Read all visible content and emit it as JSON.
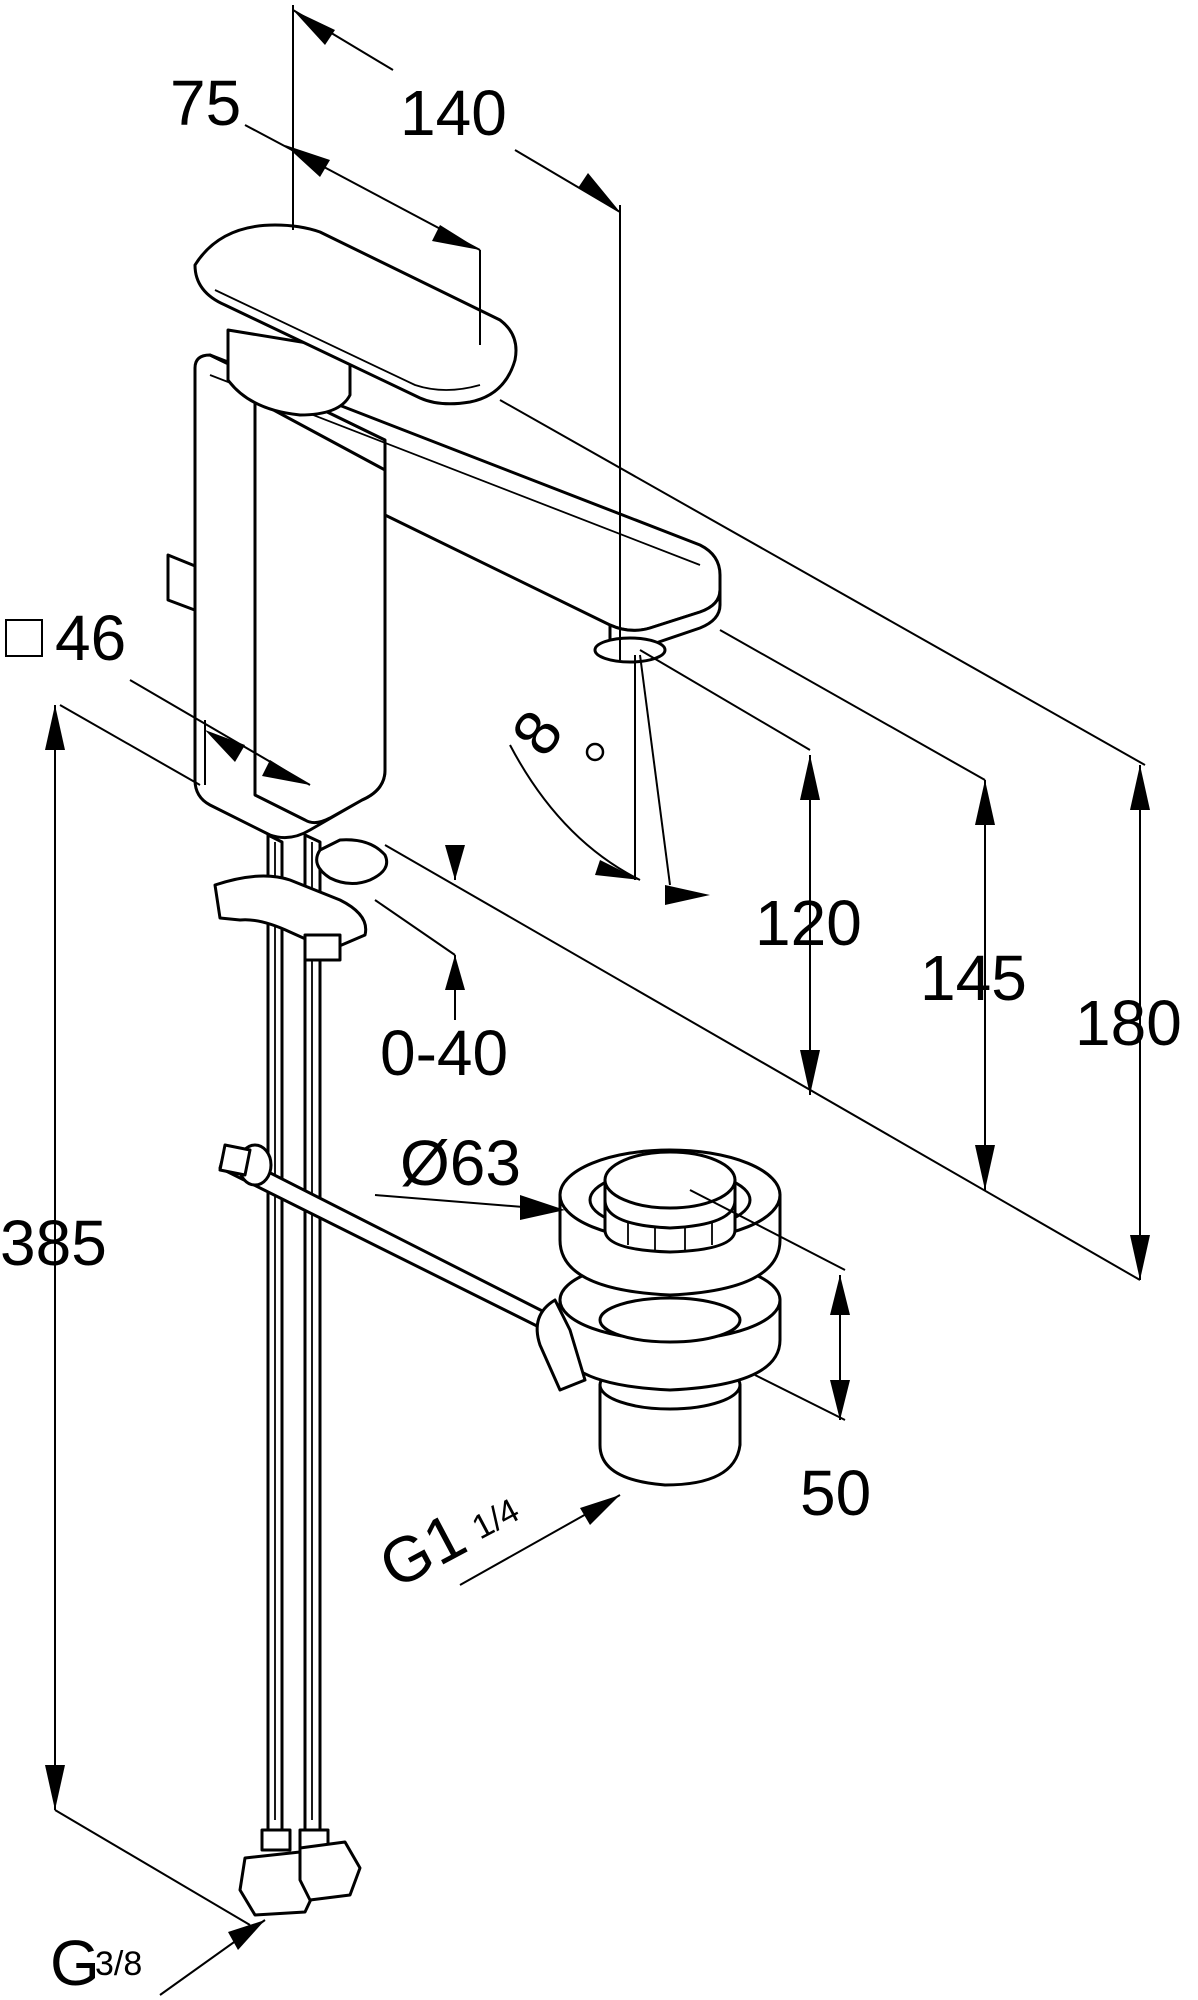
{
  "dimensions": {
    "handle_width": "75",
    "spout_reach": "140",
    "body_square": "46",
    "spout_angle": "8",
    "spout_height": "120",
    "height_145": "145",
    "height_180": "180",
    "counter_thickness": "0-40",
    "total_length": "385",
    "waste_diameter": "Ø63",
    "waste_height": "50",
    "waste_thread": "G1",
    "waste_thread_fraction": "1/4",
    "hose_thread": "G",
    "hose_thread_fraction": "3/8"
  },
  "symbols": {
    "square_symbol": "square-outline-icon",
    "degree_symbol": "degree-icon"
  },
  "colors": {
    "line": "#000000",
    "background": "#ffffff"
  }
}
